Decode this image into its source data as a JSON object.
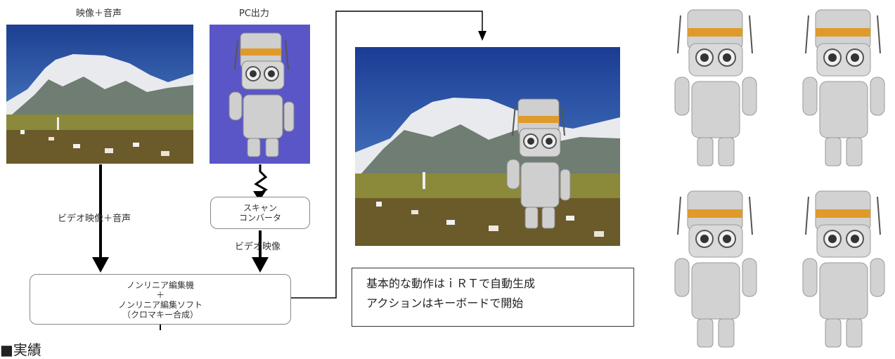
{
  "flow": {
    "video_audio_label": "映像＋音声",
    "pc_output_label": "PC出力",
    "video_audio_arrow_label": "ビデオ映像＋音声",
    "scan_converter_line1": "スキャン",
    "scan_converter_line2": "コンバータ",
    "video_arrow_label": "ビデオ映像",
    "editor_line1": "ノンリニア編集機",
    "editor_line2": "＋",
    "editor_line3": "ノンリニア編集ソフト",
    "editor_line4": "（クロマキー合成）"
  },
  "note": {
    "line1": "基本的な動作はｉＲＴで自動生成",
    "line2": "アクションはキーボードで開始"
  },
  "footer": {
    "heading": "■実績"
  },
  "colors": {
    "sky": "#2f5fb0",
    "chroma_blue": "#5a56c8",
    "robot_gray": "#c9c9c9",
    "robot_band": "#e09a2a"
  }
}
